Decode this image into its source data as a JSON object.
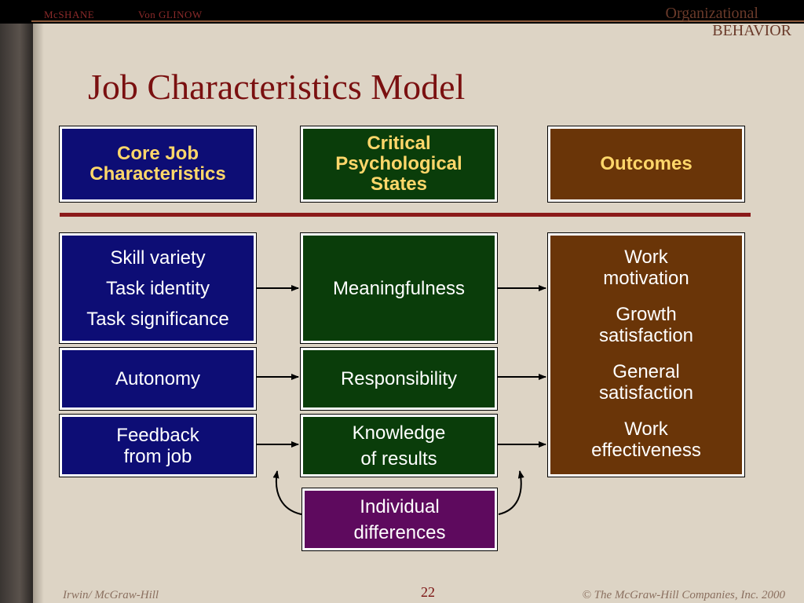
{
  "header": {
    "author1": "McSHANE",
    "author2": "Von GLINOW",
    "brand_line1": "Organizational",
    "brand_line2": "BEHAVIOR"
  },
  "title": "Job Characteristics Model",
  "columns": {
    "core": {
      "label_line1": "Core Job",
      "label_line2": "Characteristics"
    },
    "states": {
      "label_line1": "Critical",
      "label_line2": "Psychological",
      "label_line3": "States"
    },
    "outcomes": {
      "label": "Outcomes"
    }
  },
  "core_items": {
    "group1": [
      "Skill variety",
      "Task identity",
      "Task significance"
    ],
    "autonomy": "Autonomy",
    "feedback_line1": "Feedback",
    "feedback_line2": "from job"
  },
  "state_items": {
    "meaningfulness": "Meaningfulness",
    "responsibility": "Responsibility",
    "knowledge_line1": "Knowledge",
    "knowledge_line2": "of results"
  },
  "outcome_items": [
    {
      "line1": "Work",
      "line2": "motivation"
    },
    {
      "line1": "Growth",
      "line2": "satisfaction"
    },
    {
      "line1": "General",
      "line2": "satisfaction"
    },
    {
      "line1": "Work",
      "line2": "effectiveness"
    }
  ],
  "moderator": {
    "line1": "Individual",
    "line2": "differences"
  },
  "footer": {
    "publisher": "Irwin/ McGraw-Hill",
    "page": "22",
    "copyright": "© The McGraw-Hill Companies, Inc. 2000"
  },
  "colors": {
    "core": "#0d0d75",
    "states": "#0a3d0a",
    "outcomes": "#6a3508",
    "moderator": "#5e0a5e",
    "header_text": "#ffd76a",
    "title": "#7a1010"
  }
}
